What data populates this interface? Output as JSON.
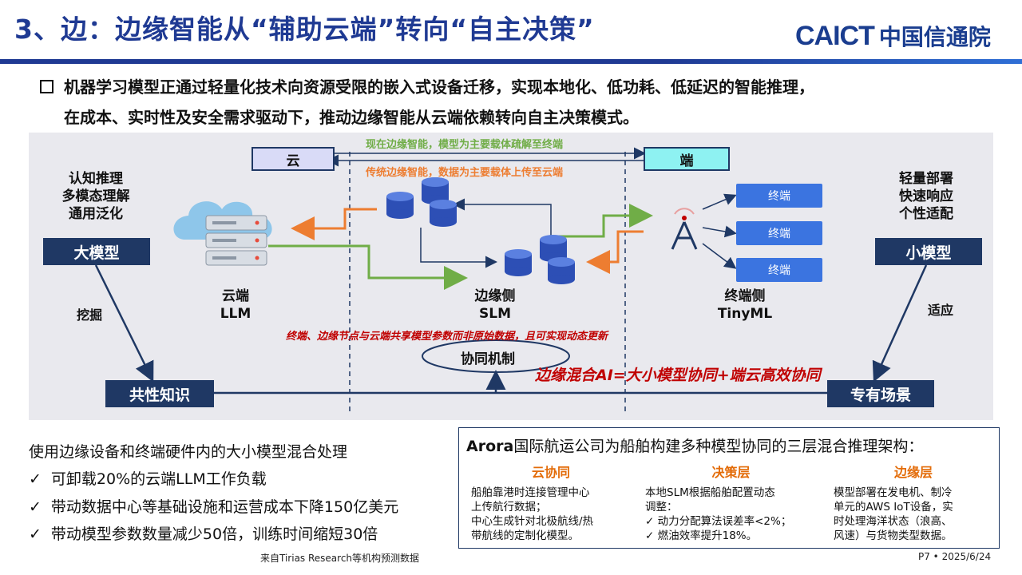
{
  "header": {
    "title": "3、边：边缘智能从“辅助云端”转向“自主决策”",
    "logo_en": "CAICT",
    "logo_cn": "中国信通院"
  },
  "intro": {
    "line1": "机器学习模型正通过轻量化技术向资源受限的嵌入式设备迁移，实现本地化、低功耗、低延迟的智能推理，",
    "line2": "在成本、实时性及安全需求驱动下，推动边缘智能从云端依赖转向自主决策模式。"
  },
  "diagram": {
    "cloud_box": "云",
    "terminal_box": "端",
    "arrow_now": "现在边缘智能，模型为主要载体疏解至终端",
    "arrow_traditional": "传统边缘智能，数据为主要载体上传至云端",
    "left_traits": [
      "认知推理",
      "多模态理解",
      "通用泛化"
    ],
    "right_traits": [
      "轻量部署",
      "快速响应",
      "个性适配"
    ],
    "big_model": "大模型",
    "small_model": "小模型",
    "mine": "挖掘",
    "adapt": "适应",
    "common_knowledge": "共性知识",
    "private_scene": "专有场景",
    "cloud_label": [
      "云端",
      "LLM"
    ],
    "edge_label": [
      "边缘侧",
      "SLM"
    ],
    "device_label": [
      "终端侧",
      "TinyML"
    ],
    "terminals": [
      "终端",
      "终端",
      "终端"
    ],
    "share_note": "终端、边缘节点与云端共享模型参数而非原始数据，且可实现动态更新",
    "mechanism": "协同机制",
    "hybrid_note": "边缘混合AI=大小模型协同+端云高效协同",
    "colors": {
      "navy": "#1f3864",
      "green": "#70ad47",
      "orange": "#ed7d31",
      "red": "#c00000",
      "cyan": "#8ef2f2",
      "blue": "#3b74e0"
    }
  },
  "bottom_left": {
    "title": "使用边缘设备和终端硬件内的大小模型混合处理",
    "items": [
      "可卸载20%的云端LLM工作负载",
      "带动数据中心等基础设施和运营成本下降150亿美元",
      "带动模型参数数量减少50倍，训练时间缩短30倍"
    ],
    "source": "来自Tirias Research等机构预测数据"
  },
  "case": {
    "title_brand": "Arora",
    "title_rest": "国际航运公司为船舶构建多种模型协同的三层混合推理架构：",
    "layers": [
      {
        "name": "云协同",
        "desc": [
          "船舶靠港时连接管理中心",
          "上传航行数据；",
          "中心生成针对北极航线/热",
          "带航线的定制化模型。"
        ]
      },
      {
        "name": "决策层",
        "desc": [
          "本地SLM根据船舶配置动态",
          "调整：",
          "✓ 动力分配算法误差率<2%；",
          "✓ 燃油效率提升18%。"
        ]
      },
      {
        "name": "边缘层",
        "desc": [
          "模型部署在发电机、制冷",
          "单元的AWS IoT设备，实",
          "时处理海洋状态（浪高、",
          "风速）与货物类型数据。"
        ]
      }
    ]
  },
  "footer": {
    "page": "P7 • 2025/6/24"
  }
}
